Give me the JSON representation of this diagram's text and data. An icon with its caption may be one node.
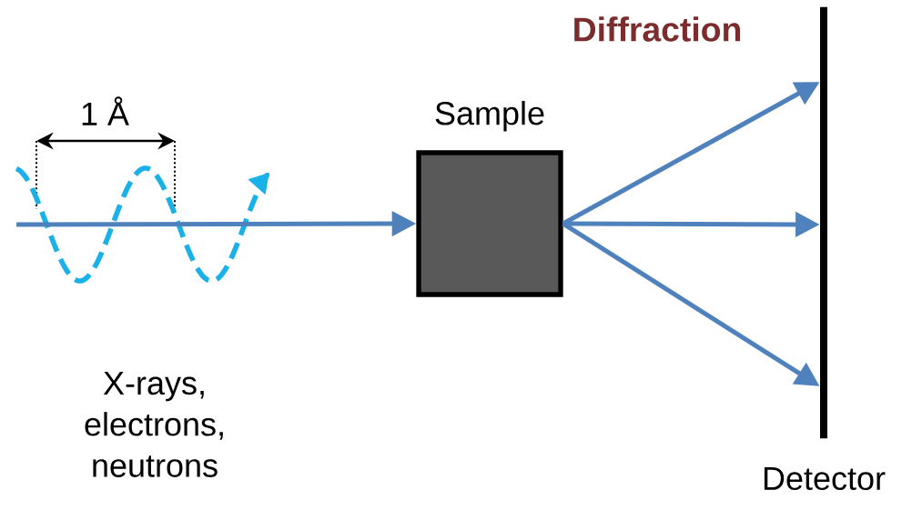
{
  "diagram": {
    "title": "Diffraction",
    "nodes": [
      {
        "text": [],
        "shape": "picture"
      },
      {
        "text": [
          "Sample"
        ]
      },
      {
        "text": [
          "Detector"
        ]
      }
    ],
    "edges": [
      {
        "from": 0,
        "to": 1,
        "arrow": "to"
      },
      {
        "from": 1,
        "to": 2,
        "arrow": "to"
      },
      {
        "from": 1,
        "to": 2,
        "arrow": "to"
      },
      {
        "from": 1,
        "to": 2,
        "arrow": "to"
      }
    ],
    "labels": [
      "1 Å",
      "X-rays, electrons, neutrons"
    ]
  }
}
